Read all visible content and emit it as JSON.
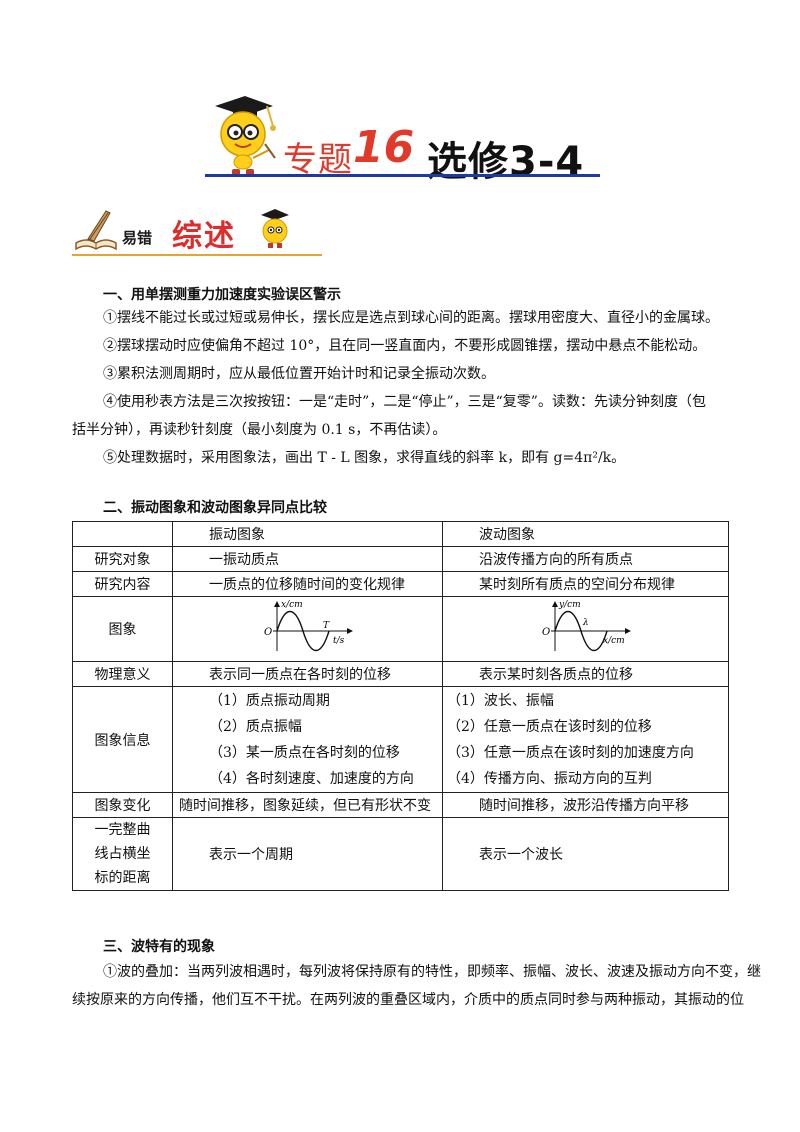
{
  "header": {
    "title_prefix": "专题",
    "title_number": "16",
    "title_main": "选修3-4"
  },
  "banner": {
    "label_small": "易错",
    "label_big": "综述"
  },
  "section1": {
    "heading": "一、用单摆测重力加速度实验误区警示",
    "lines": [
      "①摆线不能过长或过短或易伸长，摆长应是选点到球心间的距离。摆球用密度大、直径小的金属球。",
      "②摆球摆动时应使偏角不超过 10°，且在同一竖直面内，不要形成圆锥摆，摆动中悬点不能松动。",
      "③累积法测周期时，应从最低位置开始计时和记录全振动次数。",
      "④使用秒表方法是三次按按钮：一是“走时”，二是“停止”，三是“复零”。读数：先读分钟刻度（包",
      "括半分钟），再读秒针刻度（最小刻度为 0.1 s，不再估读）。",
      "⑤处理数据时，采用图象法，画出 T - L 图象，求得直线的斜率 k，即有 g=4π²/k。"
    ]
  },
  "section2": {
    "heading": "二、振动图象和波动图象异同点比较",
    "header_row": [
      "",
      "振动图象",
      "波动图象"
    ],
    "rows": [
      {
        "label": "研究对象",
        "a": "一振动质点",
        "b": "沿波传播方向的所有质点"
      },
      {
        "label": "研究内容",
        "a": "一质点的位移随时间的变化规律",
        "b": "某时刻所有质点的空间分布规律"
      },
      {
        "label": "图象",
        "graph_a": {
          "y": "x/cm",
          "x": "t/s",
          "origin": "O",
          "mark": "T"
        },
        "graph_b": {
          "y": "y/cm",
          "x": "x/cm",
          "origin": "O",
          "mark": "λ"
        }
      },
      {
        "label": "物理意义",
        "a": "表示同一质点在各时刻的位移",
        "b": "表示某时刻各质点的位移"
      },
      {
        "label": "图象信息",
        "a_list": [
          "（1）质点振动周期",
          "（2）质点振幅",
          "（3）某一质点在各时刻的位移",
          "（4）各时刻速度、加速度的方向"
        ],
        "b_list": [
          "（1）波长、振幅",
          "（2）任意一质点在该时刻的位移",
          "（3）任意一质点在该时刻的加速度方向",
          "（4）传播方向、振动方向的互判"
        ]
      },
      {
        "label": "图象变化",
        "a": "随时间推移，图象延续，但已有形状不变",
        "b": "随时间推移，波形沿传播方向平移"
      },
      {
        "label_lines": [
          "一完整曲",
          "线占横坐",
          "标的距离"
        ],
        "a": "表示一个周期",
        "b": "表示一个波长"
      }
    ]
  },
  "section3": {
    "heading": "三、波特有的现象",
    "lines": [
      "①波的叠加：当两列波相遇时，每列波将保持原有的特性，即频率、振幅、波长、波速及振动方向不变，继",
      "续按原来的方向传播，他们互不干扰。在两列波的重叠区域内，介质中的质点同时参与两种振动，其振动的位"
    ]
  },
  "colors": {
    "title_red": "#e23a2a",
    "title_rule_blue": "#1b3aa6",
    "banner_red": "#e02b2b",
    "banner_line": "#e7a433"
  }
}
